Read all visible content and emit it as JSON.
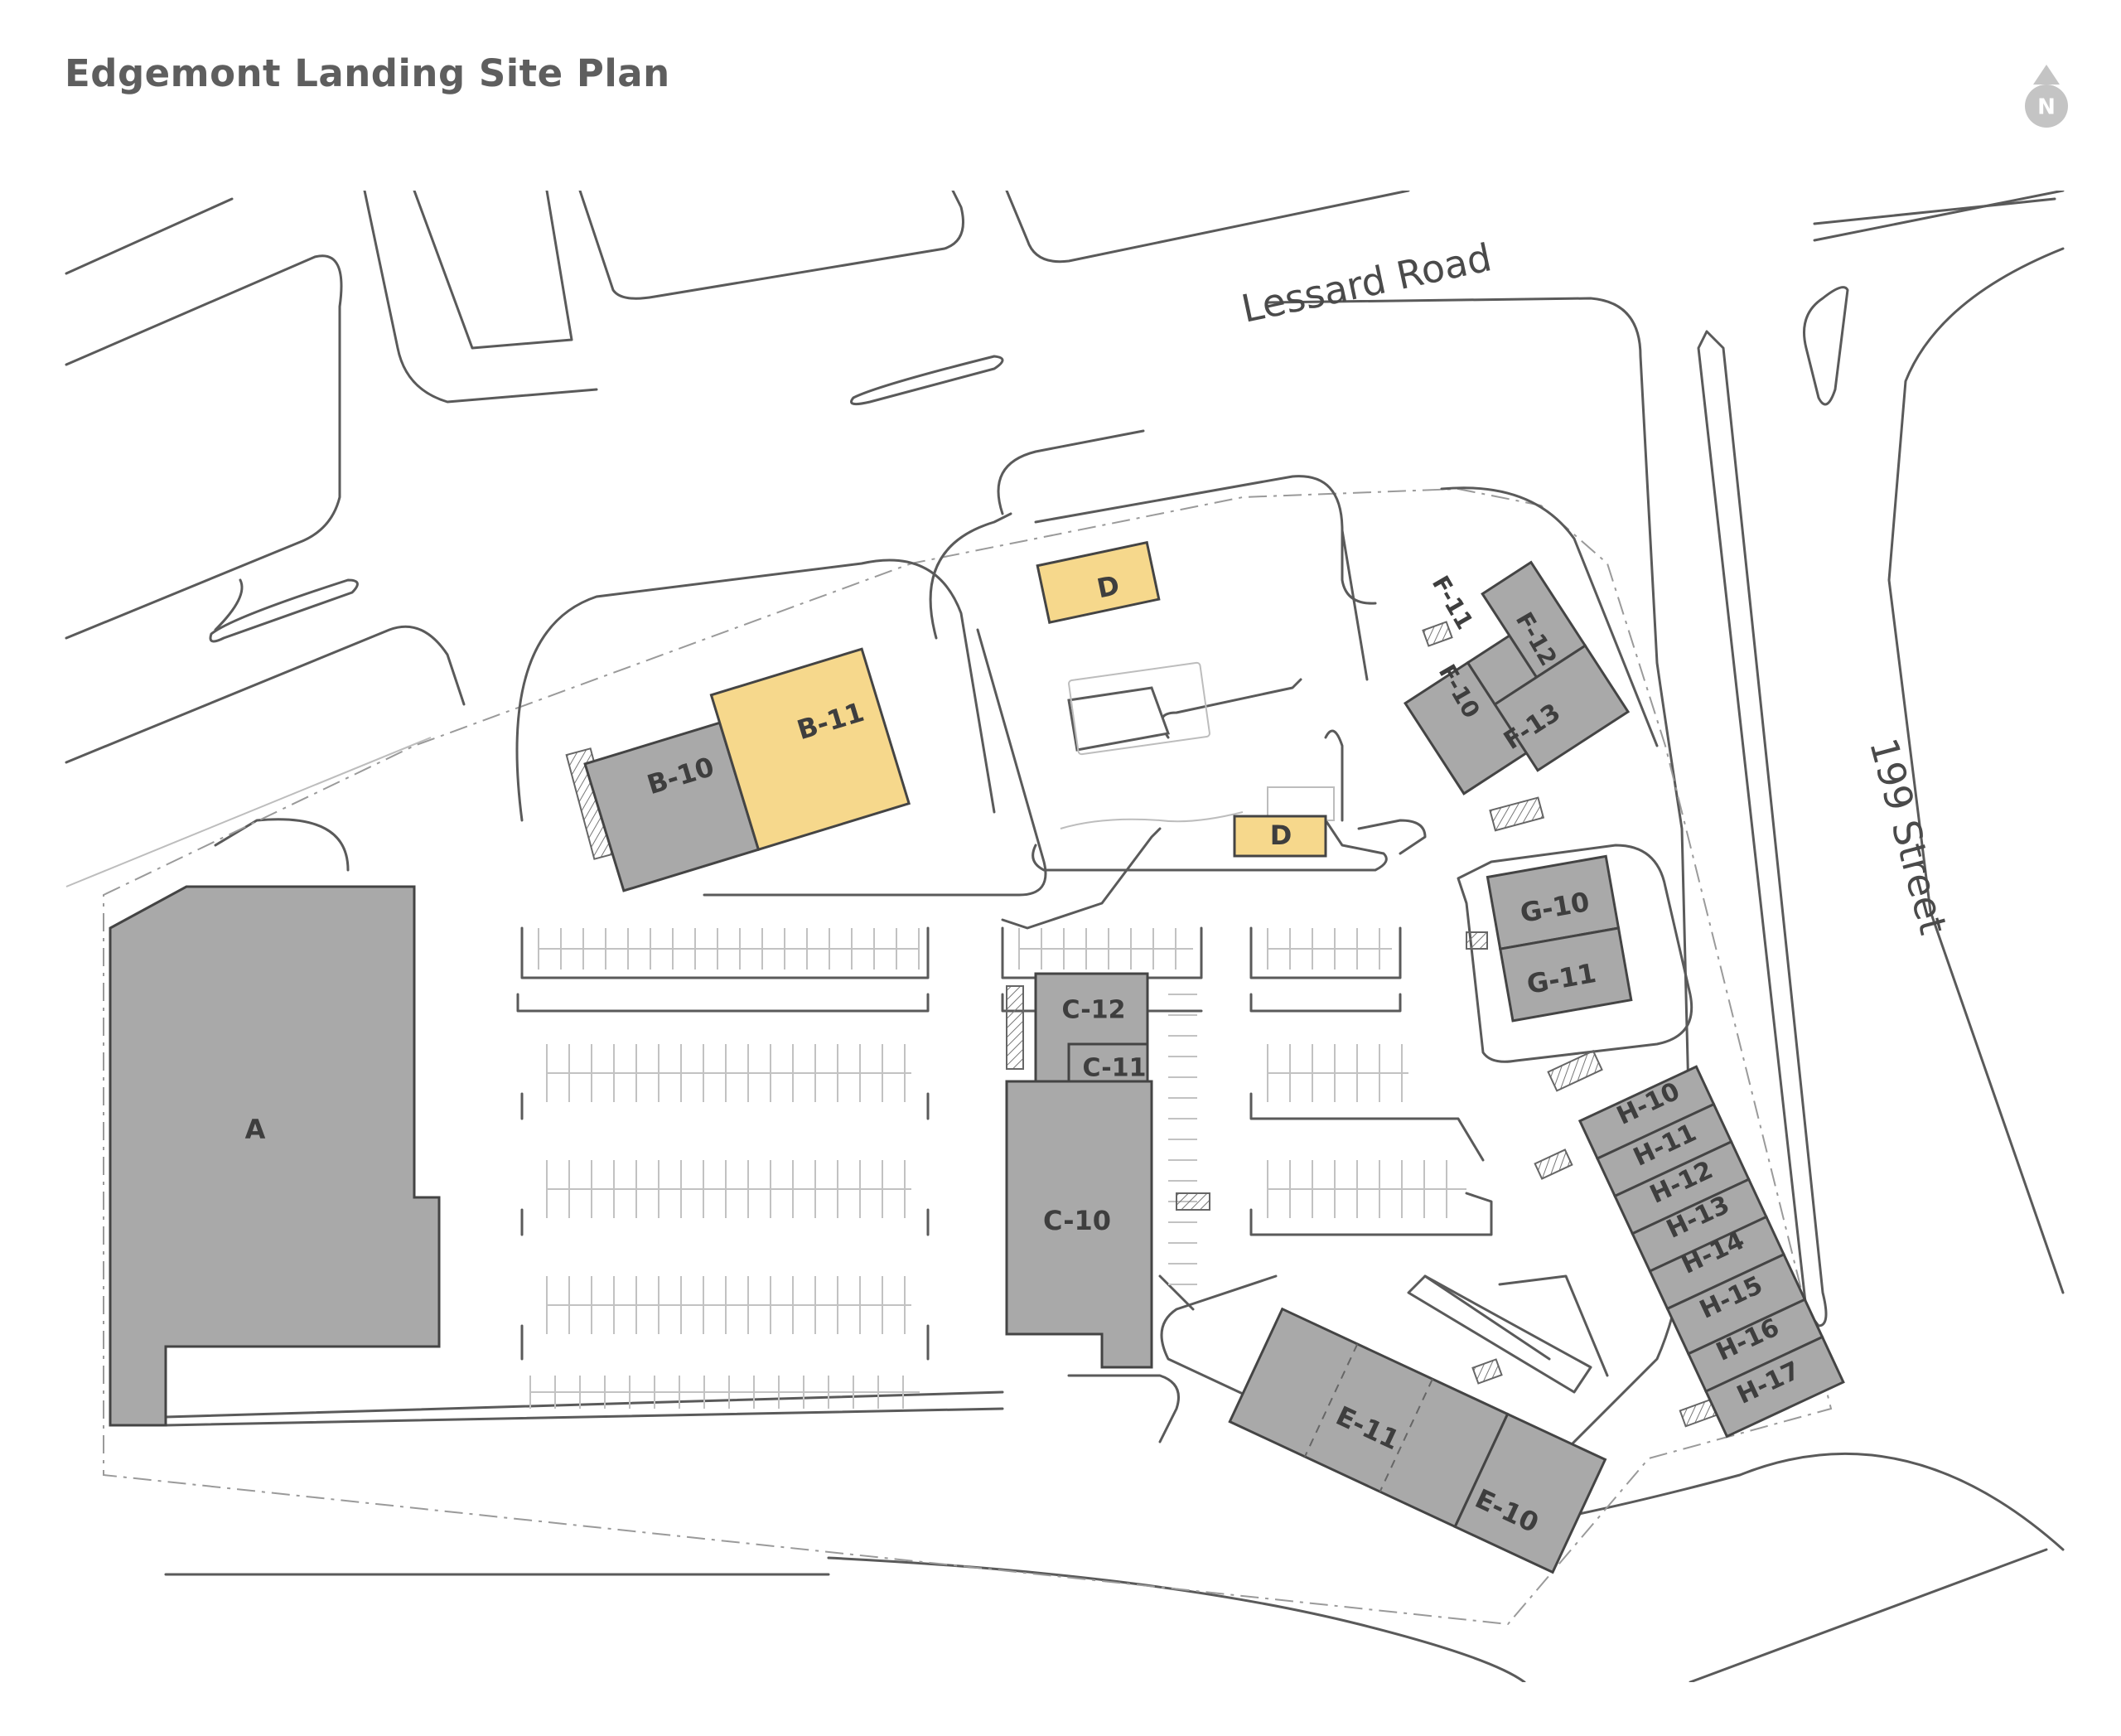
{
  "title": "Edgemont Landing Site Plan",
  "compass": {
    "label": "N",
    "icon": "north-arrow-icon"
  },
  "streets": [
    "Lessard Road",
    "199 Street"
  ],
  "units": [
    {
      "id": "A",
      "status": "leased",
      "color": "#a9a9a9"
    },
    {
      "id": "B-10",
      "status": "leased",
      "color": "#a9a9a9"
    },
    {
      "id": "B-11",
      "status": "available",
      "color": "#f6d88c"
    },
    {
      "id": "C-10",
      "status": "leased",
      "color": "#a9a9a9"
    },
    {
      "id": "C-11",
      "status": "leased",
      "color": "#a9a9a9"
    },
    {
      "id": "C-12",
      "status": "leased",
      "color": "#a9a9a9"
    },
    {
      "id": "D",
      "status": "available",
      "color": "#f6d88c"
    },
    {
      "id": "D",
      "status": "available",
      "color": "#f6d88c"
    },
    {
      "id": "E-10",
      "status": "leased",
      "color": "#a9a9a9"
    },
    {
      "id": "E-11",
      "status": "leased",
      "color": "#a9a9a9"
    },
    {
      "id": "F-10",
      "status": "leased",
      "color": "#a9a9a9"
    },
    {
      "id": "F-11",
      "status": "leased",
      "color": "#a9a9a9"
    },
    {
      "id": "F-12",
      "status": "leased",
      "color": "#a9a9a9"
    },
    {
      "id": "F-13",
      "status": "leased",
      "color": "#a9a9a9"
    },
    {
      "id": "G-10",
      "status": "leased",
      "color": "#a9a9a9"
    },
    {
      "id": "G-11",
      "status": "leased",
      "color": "#a9a9a9"
    },
    {
      "id": "H-10",
      "status": "leased",
      "color": "#a9a9a9"
    },
    {
      "id": "H-11",
      "status": "leased",
      "color": "#a9a9a9"
    },
    {
      "id": "H-12",
      "status": "leased",
      "color": "#a9a9a9"
    },
    {
      "id": "H-13",
      "status": "leased",
      "color": "#a9a9a9"
    },
    {
      "id": "H-14",
      "status": "leased",
      "color": "#a9a9a9"
    },
    {
      "id": "H-15",
      "status": "leased",
      "color": "#a9a9a9"
    },
    {
      "id": "H-16",
      "status": "leased",
      "color": "#a9a9a9"
    },
    {
      "id": "H-17",
      "status": "leased",
      "color": "#a9a9a9"
    }
  ]
}
